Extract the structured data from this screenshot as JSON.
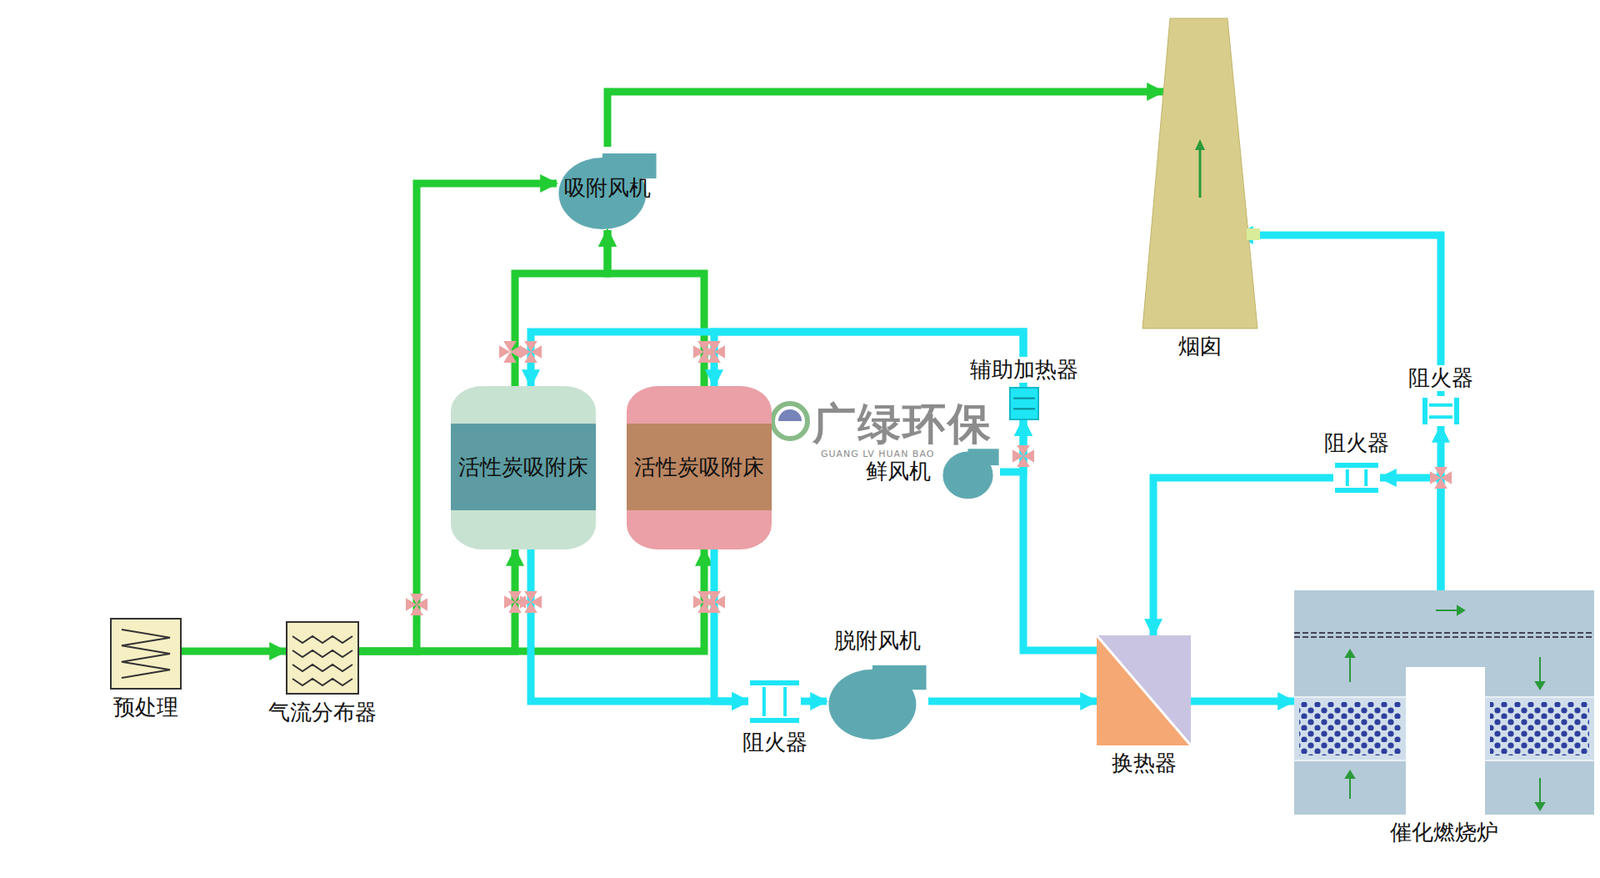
{
  "diagram": {
    "nodes": [
      {
        "text": [
          "预处理"
        ]
      },
      {
        "text": [
          "气流分布器"
        ]
      },
      {
        "text": [
          "活性炭吸附床"
        ]
      },
      {
        "text": [
          "活性炭吸附床"
        ]
      },
      {
        "text": [
          "吸附风机"
        ]
      },
      {
        "text": [
          "鲜风机"
        ]
      },
      {
        "text": [
          "辅助加热器"
        ]
      },
      {
        "text": [
          "脱附风机"
        ]
      },
      {
        "text": [
          "阻火器"
        ]
      },
      {
        "text": [
          "换热器"
        ]
      },
      {
        "text": [
          "催化燃烧炉"
        ]
      },
      {
        "text": [
          "烟囱"
        ]
      },
      {
        "text": [
          "阻火器"
        ]
      },
      {
        "text": [
          "阻火器"
        ]
      }
    ],
    "edges": [
      {
        "from": 0,
        "to": 1,
        "arrow": "to"
      },
      {
        "from": 1,
        "to": 2,
        "arrow": "to"
      },
      {
        "from": 1,
        "to": 3,
        "arrow": "to"
      },
      {
        "from": 1,
        "to": 4,
        "arrow": "to"
      },
      {
        "from": 2,
        "to": 4,
        "arrow": "to"
      },
      {
        "from": 3,
        "to": 4,
        "arrow": "to"
      },
      {
        "from": 4,
        "to": 11,
        "arrow": "to"
      },
      {
        "from": 2,
        "to": 8,
        "arrow": "to"
      },
      {
        "from": 3,
        "to": 8,
        "arrow": "to"
      },
      {
        "from": 8,
        "to": 7,
        "arrow": "to"
      },
      {
        "from": 7,
        "to": 9,
        "arrow": "to"
      },
      {
        "from": 9,
        "to": 10,
        "arrow": "to"
      },
      {
        "from": 10,
        "to": 12,
        "arrow": "to"
      },
      {
        "from": 12,
        "to": 11,
        "arrow": "to"
      },
      {
        "from": 10,
        "to": 13,
        "arrow": "to"
      },
      {
        "from": 13,
        "to": 9,
        "arrow": "to"
      },
      {
        "from": 9,
        "to": 6,
        "arrow": "to"
      },
      {
        "from": 5,
        "to": 6,
        "arrow": "to"
      },
      {
        "from": 6,
        "to": 2,
        "arrow": "to"
      },
      {
        "from": 6,
        "to": 3,
        "arrow": "to"
      }
    ],
    "labels": [
      "广绿环保",
      "GUANG LV HUAN BAO"
    ]
  }
}
